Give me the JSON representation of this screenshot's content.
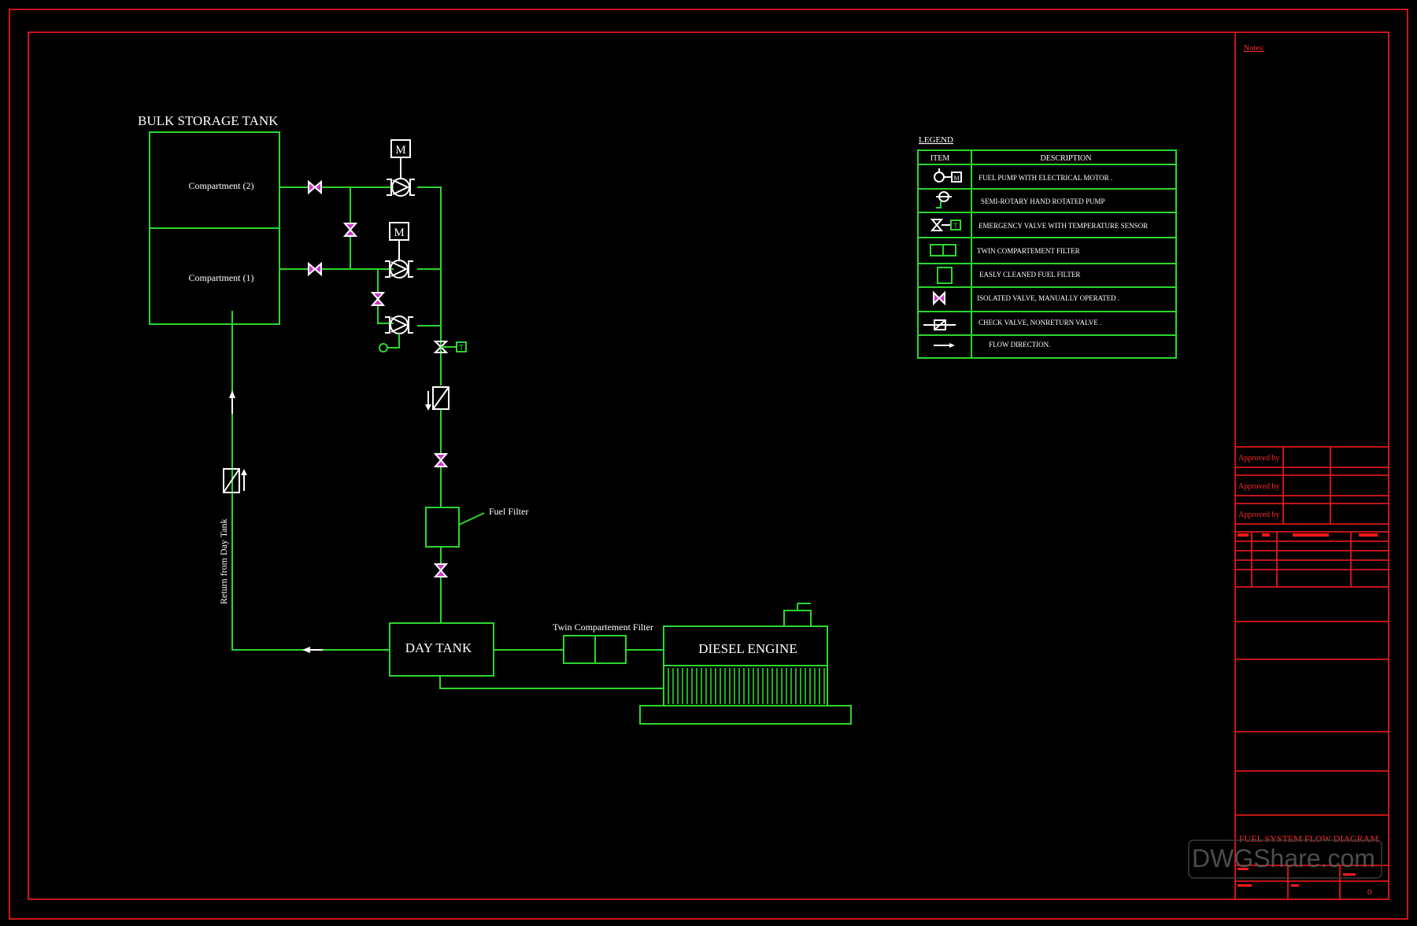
{
  "tanks": {
    "bulk_title": "BULK STORAGE TANK",
    "compartment_2": "Compartment (2)",
    "compartment_1": "Compartment (1)",
    "day_tank": "DAY TANK",
    "diesel_engine": "DIESEL ENGINE"
  },
  "labels": {
    "motor_1": "M",
    "motor_2": "M",
    "temp_sensor": "T",
    "fuel_filter": "Fuel Filter",
    "twin_filter": "Twin Compartement Filter",
    "return_line": "Return from Day Tank"
  },
  "legend": {
    "title": "LEGEND",
    "col_item": "ITEM",
    "col_description": "DESCRIPTION",
    "rows": [
      {
        "icon": "fuel-pump-motor-icon",
        "description": "FUEL PUMP WITH ELECTRICAL MOTOR ."
      },
      {
        "icon": "hand-pump-icon",
        "description": "SEMI-ROTARY HAND ROTATED PUMP"
      },
      {
        "icon": "emergency-valve-icon",
        "description": "EMERGENCY VALVE WITH TEMPERATURE SENSOR"
      },
      {
        "icon": "twin-filter-icon",
        "description": "TWIN COMPARTEMENT FILTER"
      },
      {
        "icon": "fuel-filter-icon",
        "description": "EASLY CLEANED FUEL FILTER"
      },
      {
        "icon": "isolated-valve-icon",
        "description": "ISOLATED VALVE, MANUALLY OPERATED ."
      },
      {
        "icon": "check-valve-icon",
        "description": "CHECK VALVE, NONRETURN VALVE ."
      },
      {
        "icon": "flow-arrow-icon",
        "description": "FLOW DIRECTION."
      }
    ],
    "marks": {
      "motor": "M",
      "sensor": "T"
    }
  },
  "title_block": {
    "notes_label": "Notes:",
    "approved_1": "Approved by",
    "approved_2": "Approved by",
    "approved_3": "Approved by",
    "drawing_title": "FUEL SYSTEM FLOW DIAGRAM",
    "revision": "0"
  },
  "watermark": "DWGShare.com",
  "colors": {
    "lines": "#2bd72b",
    "frame": "#ff1a1a",
    "valve": "#cc33cc",
    "text": "#ffffff"
  }
}
